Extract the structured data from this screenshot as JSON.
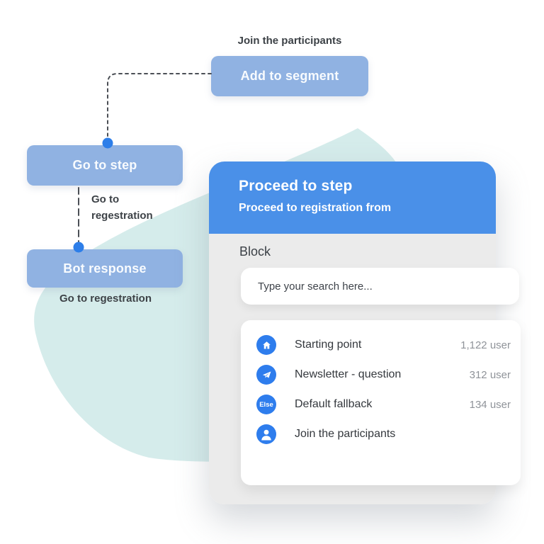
{
  "flow": {
    "top_label": "Join the participants",
    "nodes": {
      "add_to_segment": "Add to segment",
      "go_to_step": "Go to step",
      "bot_response": "Bot response"
    },
    "edge_label_line1": "Go to",
    "edge_label_line2": "regestration",
    "bottom_label": "Go to regestration"
  },
  "modal": {
    "title": "Proceed to step",
    "subtitle": "Proceed to registration from",
    "section_label": "Block",
    "search": {
      "placeholder": "Type your search here..."
    },
    "results": [
      {
        "icon": "home-icon",
        "label": "Starting point",
        "count": "1,122 user"
      },
      {
        "icon": "telegram-icon",
        "label": "Newsletter - question",
        "count": "312 user"
      },
      {
        "icon": "else-badge-icon",
        "label": "Default fallback",
        "count": "134 user"
      },
      {
        "icon": "user-icon",
        "label": "Join the participants",
        "count": ""
      }
    ],
    "else_badge_text": "Else"
  },
  "colors": {
    "node_blue": "#90b2e2",
    "dot_blue": "#2d7ee9",
    "header_blue": "#4a90e8",
    "icon_blue": "#2e7ded",
    "body_gray": "#ebebeb",
    "blob_teal": "#d5eceb",
    "connector_dark": "#4b4f55",
    "text_dark": "#3d4247",
    "count_gray": "#8f9399"
  }
}
